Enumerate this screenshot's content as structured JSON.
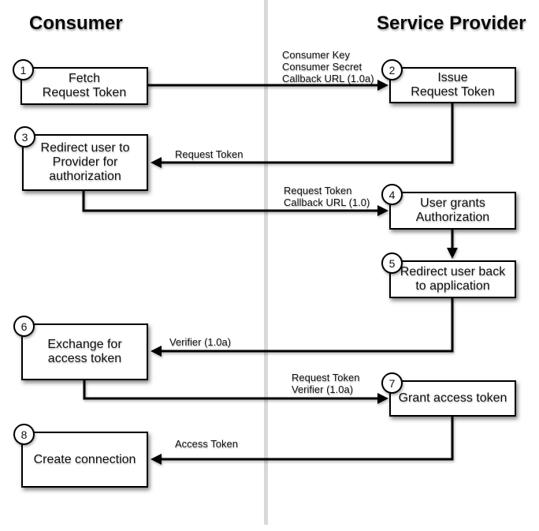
{
  "headers": {
    "consumer": "Consumer",
    "service_provider": "Service Provider"
  },
  "steps": [
    {
      "num": "1",
      "column": "consumer",
      "label": "Fetch\nRequest Token"
    },
    {
      "num": "2",
      "column": "service_provider",
      "label": "Issue\nRequest Token"
    },
    {
      "num": "3",
      "column": "consumer",
      "label": "Redirect user to\nProvider for\nauthorization"
    },
    {
      "num": "4",
      "column": "service_provider",
      "label": "User grants\nAuthorization"
    },
    {
      "num": "5",
      "column": "service_provider",
      "label": "Redirect user back\nto application"
    },
    {
      "num": "6",
      "column": "consumer",
      "label": "Exchange for\naccess token"
    },
    {
      "num": "7",
      "column": "service_provider",
      "label": "Grant access token"
    },
    {
      "num": "8",
      "column": "consumer",
      "label": "Create connection"
    }
  ],
  "arrows": [
    {
      "from": "1",
      "to": "2",
      "label": "Consumer Key\nConsumer Secret\nCallback URL (1.0a)"
    },
    {
      "from": "2",
      "to": "3",
      "label": "Request Token"
    },
    {
      "from": "3",
      "to": "4",
      "label": "Request Token\nCallback URL (1.0)"
    },
    {
      "from": "4",
      "to": "5",
      "label": ""
    },
    {
      "from": "5",
      "to": "6",
      "label": "Verifier (1.0a)"
    },
    {
      "from": "6",
      "to": "7",
      "label": "Request Token\nVerifier (1.0a)"
    },
    {
      "from": "7",
      "to": "8",
      "label": "Access Token"
    }
  ],
  "colors": {
    "background": "#ffffff",
    "box_border": "#000000",
    "box_fill": "#ffffff",
    "arrow": "#000000",
    "divider": "#d9d9d9",
    "text": "#111111"
  }
}
